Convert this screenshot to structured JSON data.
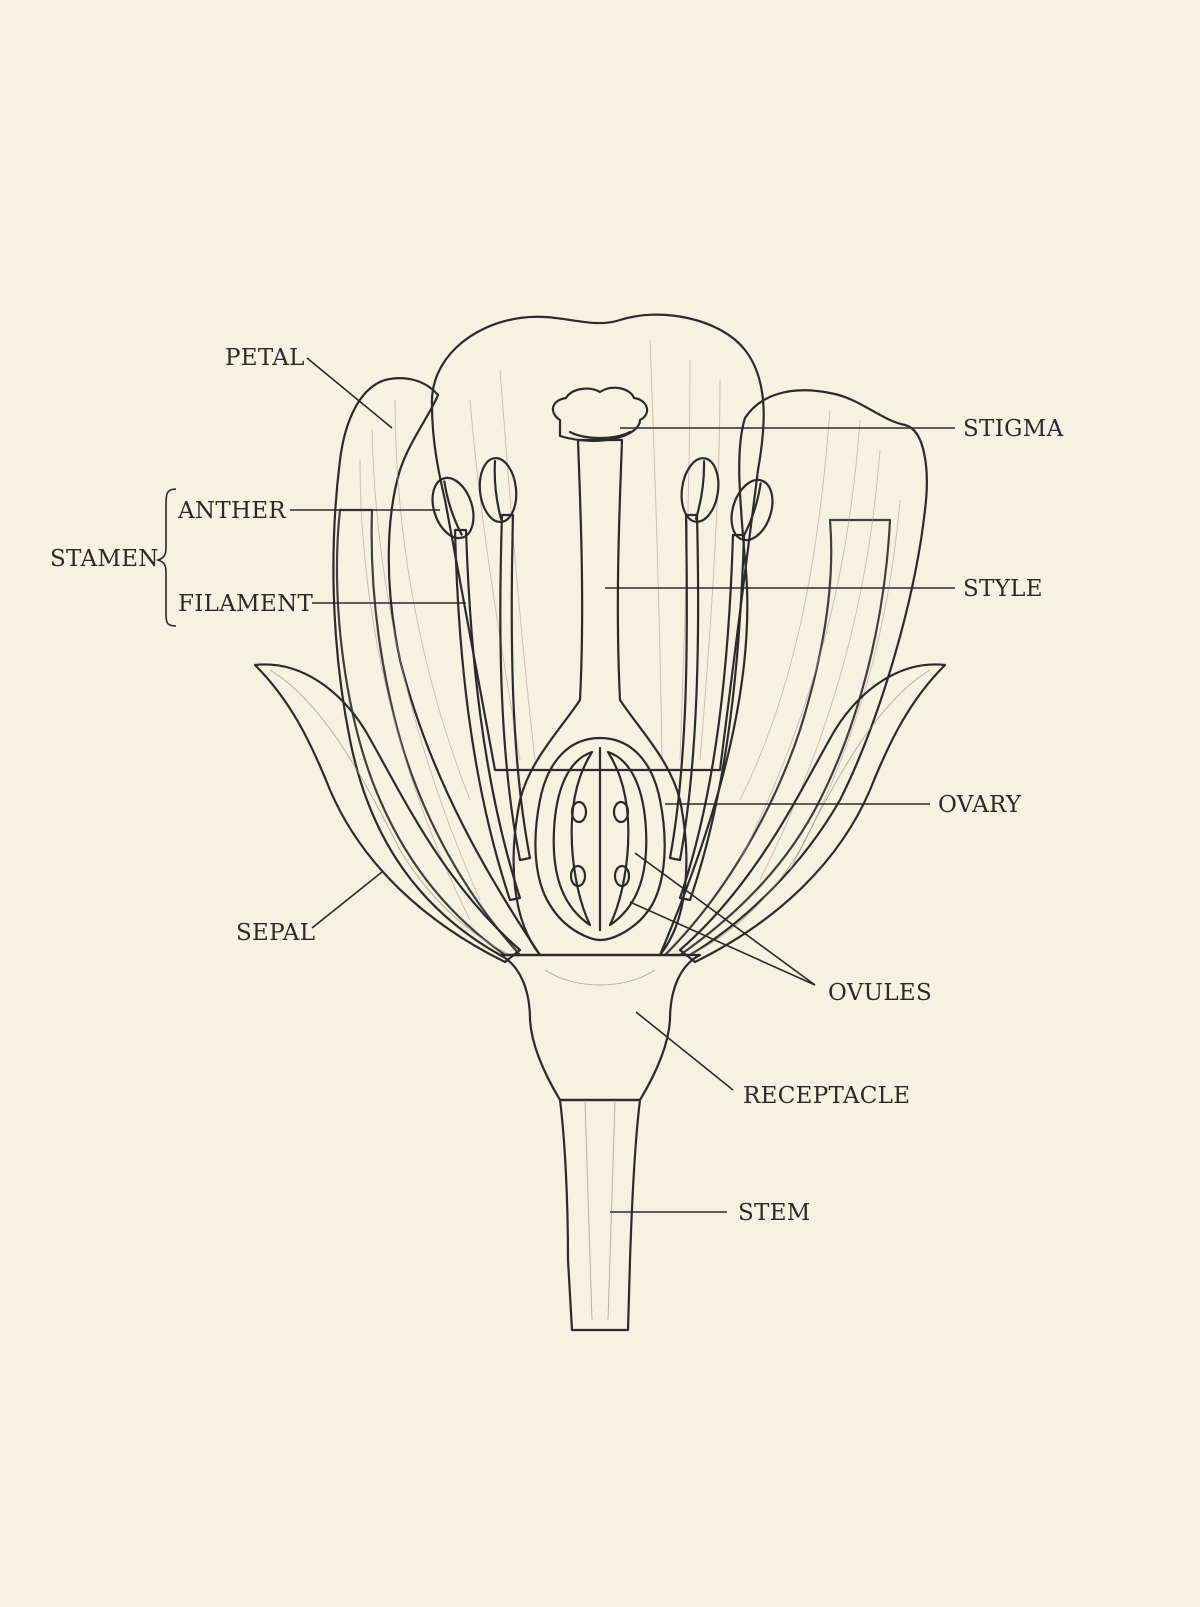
{
  "labels": {
    "petal": "PETAL",
    "anther": "ANTHER",
    "stamen": "STAMEN",
    "filament": "FILAMENT",
    "sepal": "SEPAL",
    "stigma": "STIGMA",
    "style": "STYLE",
    "ovary": "OVARY",
    "ovules": "OVULES",
    "receptacle": "RECEPTACLE",
    "stem": "STEM"
  },
  "colors": {
    "background": "#f7f1e1",
    "petal": "#f1d5d7",
    "sepal": "#c9d2b5",
    "anther": "#e6c98e",
    "ink": "#2b2b2b"
  }
}
